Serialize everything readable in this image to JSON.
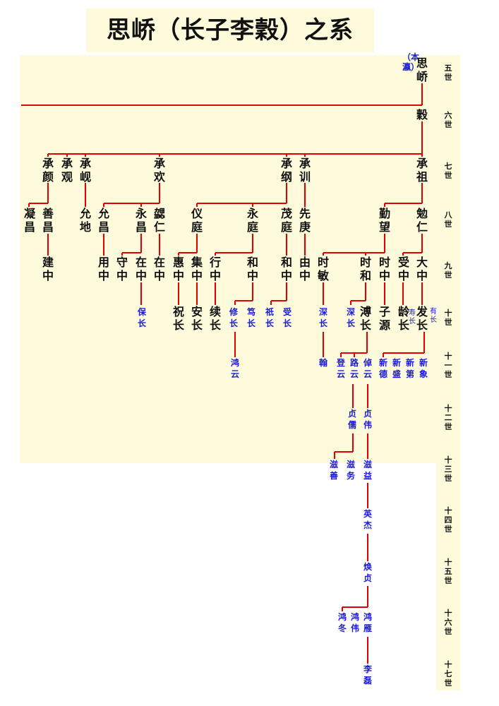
{
  "title": "思峤（长子李穀）之系",
  "root_note": "（本瀛）",
  "colors": {
    "line": "#e00000",
    "black_text": "#111111",
    "blue_text": "#1a1ad9",
    "background": "#fdfbdc"
  },
  "generations": [
    "五世",
    "六世",
    "七世",
    "八世",
    "九世",
    "十世",
    "十一世",
    "十二世",
    "十三世",
    "十四世",
    "十五世",
    "十六世",
    "十七世"
  ],
  "people": [
    {
      "id": "p1",
      "name": "思峤",
      "color": "black"
    },
    {
      "id": "p2",
      "name": "穀",
      "color": "black"
    },
    {
      "id": "p3",
      "name": "承颜",
      "color": "black"
    },
    {
      "id": "p4",
      "name": "承观",
      "color": "black"
    },
    {
      "id": "p5",
      "name": "承岘",
      "color": "black"
    },
    {
      "id": "p6",
      "name": "承欢",
      "color": "black"
    },
    {
      "id": "p7",
      "name": "承纲",
      "color": "black"
    },
    {
      "id": "p8",
      "name": "承训",
      "color": "black"
    },
    {
      "id": "p9",
      "name": "承祖",
      "color": "black"
    },
    {
      "id": "p10",
      "name": "凝昌",
      "color": "black"
    },
    {
      "id": "p11",
      "name": "善昌",
      "color": "black"
    },
    {
      "id": "p12",
      "name": "允地",
      "color": "black"
    },
    {
      "id": "p13",
      "name": "允昌",
      "color": "black"
    },
    {
      "id": "p14",
      "name": "永昌",
      "color": "black"
    },
    {
      "id": "p15",
      "name": "勰仁",
      "color": "black"
    },
    {
      "id": "p16",
      "name": "仪庭",
      "color": "black"
    },
    {
      "id": "p17",
      "name": "永庭",
      "color": "black"
    },
    {
      "id": "p18",
      "name": "茂庭",
      "color": "black"
    },
    {
      "id": "p19",
      "name": "先庚",
      "color": "black"
    },
    {
      "id": "p20",
      "name": "勤望",
      "color": "black"
    },
    {
      "id": "p21",
      "name": "勉仁",
      "color": "black"
    },
    {
      "id": "p22",
      "name": "建中",
      "color": "black"
    },
    {
      "id": "p23",
      "name": "用中",
      "color": "black"
    },
    {
      "id": "p24",
      "name": "守中",
      "color": "black"
    },
    {
      "id": "p25",
      "name": "在中",
      "color": "black"
    },
    {
      "id": "p26",
      "name": "在中",
      "color": "black"
    },
    {
      "id": "p27",
      "name": "惠中",
      "color": "black"
    },
    {
      "id": "p28",
      "name": "集中",
      "color": "black"
    },
    {
      "id": "p29",
      "name": "行中",
      "color": "black"
    },
    {
      "id": "p30",
      "name": "和中",
      "color": "black"
    },
    {
      "id": "p31",
      "name": "和中",
      "color": "black"
    },
    {
      "id": "p32",
      "name": "由中",
      "color": "black"
    },
    {
      "id": "p33",
      "name": "时敏",
      "color": "black"
    },
    {
      "id": "p34",
      "name": "时和",
      "color": "black"
    },
    {
      "id": "p35",
      "name": "时中",
      "color": "black"
    },
    {
      "id": "p36",
      "name": "受中",
      "color": "black"
    },
    {
      "id": "p37",
      "name": "大中",
      "color": "black"
    },
    {
      "id": "p38",
      "name": "保长",
      "color": "blue"
    },
    {
      "id": "p39",
      "name": "祝长",
      "color": "black"
    },
    {
      "id": "p40",
      "name": "安长",
      "color": "black"
    },
    {
      "id": "p41",
      "name": "续长",
      "color": "black"
    },
    {
      "id": "p42",
      "name": "修长",
      "color": "blue"
    },
    {
      "id": "p43",
      "name": "笃长",
      "color": "blue"
    },
    {
      "id": "p44",
      "name": "祇长",
      "color": "blue"
    },
    {
      "id": "p45",
      "name": "受长",
      "color": "blue"
    },
    {
      "id": "p46",
      "name": "深长",
      "color": "blue"
    },
    {
      "id": "p47",
      "name": "深长",
      "color": "blue"
    },
    {
      "id": "p48",
      "name": "溥长",
      "color": "black"
    },
    {
      "id": "p49",
      "name": "子源",
      "color": "black"
    },
    {
      "id": "p50",
      "name": "龄长",
      "color": "black"
    },
    {
      "id": "p51",
      "name": "发长",
      "color": "black"
    },
    {
      "id": "p52",
      "name": "鸿云",
      "color": "blue"
    },
    {
      "id": "p53",
      "name": "翰",
      "color": "blue"
    },
    {
      "id": "p54",
      "name": "登云",
      "color": "blue"
    },
    {
      "id": "p55",
      "name": "路云",
      "color": "blue"
    },
    {
      "id": "p56",
      "name": "倬云",
      "color": "blue"
    },
    {
      "id": "p57",
      "name": "新德",
      "color": "blue"
    },
    {
      "id": "p58",
      "name": "新盛",
      "color": "blue"
    },
    {
      "id": "p59",
      "name": "新第",
      "color": "blue"
    },
    {
      "id": "p60",
      "name": "新象",
      "color": "blue"
    },
    {
      "id": "p61",
      "name": "贞儒",
      "color": "blue"
    },
    {
      "id": "p62",
      "name": "贞伟",
      "color": "blue"
    },
    {
      "id": "p63",
      "name": "滋善",
      "color": "blue"
    },
    {
      "id": "p64",
      "name": "滋务",
      "color": "blue"
    },
    {
      "id": "p65",
      "name": "滋益",
      "color": "blue"
    },
    {
      "id": "p66",
      "name": "英杰",
      "color": "blue"
    },
    {
      "id": "p67",
      "name": "焕贞",
      "color": "blue"
    },
    {
      "id": "p68",
      "name": "鸿冬",
      "color": "blue"
    },
    {
      "id": "p69",
      "name": "鸿伟",
      "color": "blue"
    },
    {
      "id": "p70",
      "name": "鸿雁",
      "color": "blue"
    },
    {
      "id": "p71",
      "name": "李磊",
      "color": "blue"
    }
  ],
  "side_notes": [
    {
      "id": "s1",
      "text": "有长"
    },
    {
      "id": "s2",
      "text": "寿长"
    }
  ]
}
